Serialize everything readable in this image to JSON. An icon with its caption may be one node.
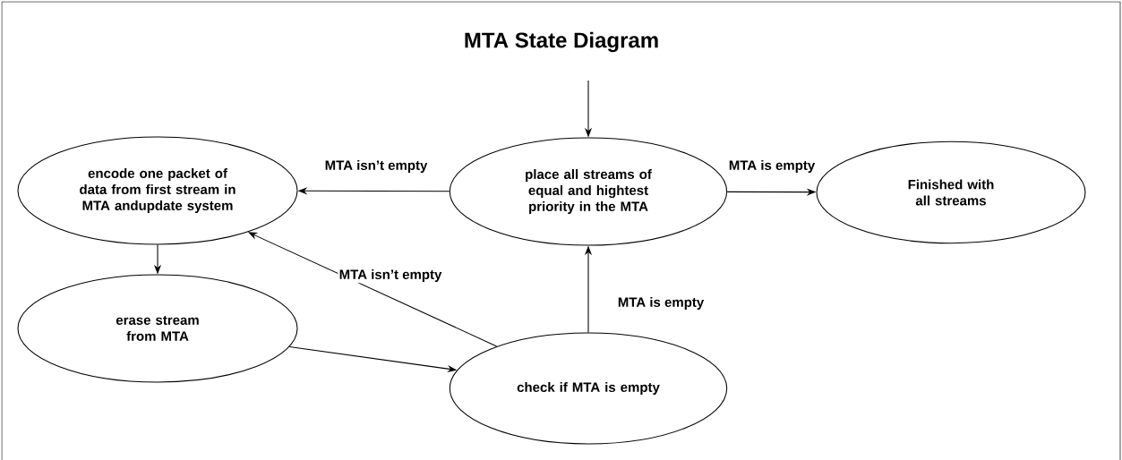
{
  "diagram": {
    "title": "MTA State Diagram",
    "nodes": [
      {
        "text": [
          "encode one packet of data from first stream in MTA andupdate system"
        ]
      },
      {
        "text": [
          "place all streams of equal and hightest priority in the MTA"
        ]
      },
      {
        "text": [
          "Finished with all streams"
        ]
      },
      {
        "text": [
          "erase stream from MTA"
        ]
      },
      {
        "text": [
          "check if MTA is empty"
        ]
      }
    ],
    "edges": [
      {
        "from": null,
        "to": 1,
        "arrow": "to"
      },
      {
        "from": 1,
        "to": 0,
        "arrow": "to",
        "label": "MTA isn’t empty"
      },
      {
        "from": 1,
        "to": 2,
        "arrow": "to",
        "label": "MTA is empty"
      },
      {
        "from": 0,
        "to": 3,
        "arrow": "to"
      },
      {
        "from": 3,
        "to": 4,
        "arrow": "to"
      },
      {
        "from": 4,
        "to": 0,
        "arrow": "to",
        "label": "MTA isn’t empty"
      },
      {
        "from": 4,
        "to": 1,
        "arrow": "to",
        "label": "MTA is empty"
      }
    ]
  }
}
